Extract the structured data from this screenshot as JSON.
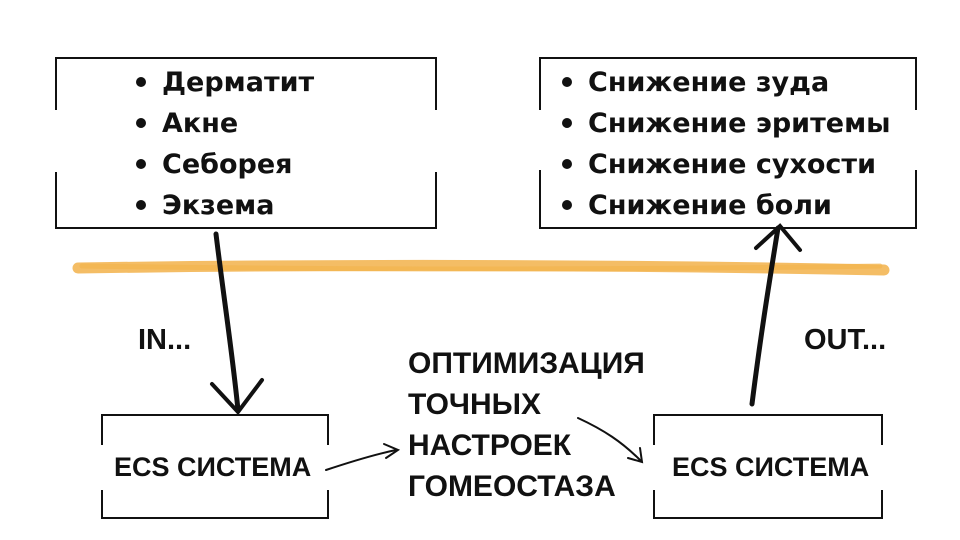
{
  "conditions": {
    "items": [
      "Дерматит",
      "Акне",
      "Себорея",
      "Экзема"
    ]
  },
  "results": {
    "items": [
      "Снижение зуда",
      "Снижение эритемы",
      "Снижение сухости",
      "Снижение боли"
    ]
  },
  "in_label": "IN...",
  "out_label": "OUT...",
  "ecs_left": "ECS СИСТЕМА",
  "ecs_right": "ECS СИСТЕМА",
  "center_text": {
    "lines": [
      "ОПТИМИЗАЦИЯ",
      "ТОЧНЫХ",
      "НАСТРОЕК",
      "ГОМЕОСТАЗА"
    ]
  },
  "colors": {
    "ink": "#111111",
    "divider": "#f2b24a",
    "background": "#ffffff"
  }
}
